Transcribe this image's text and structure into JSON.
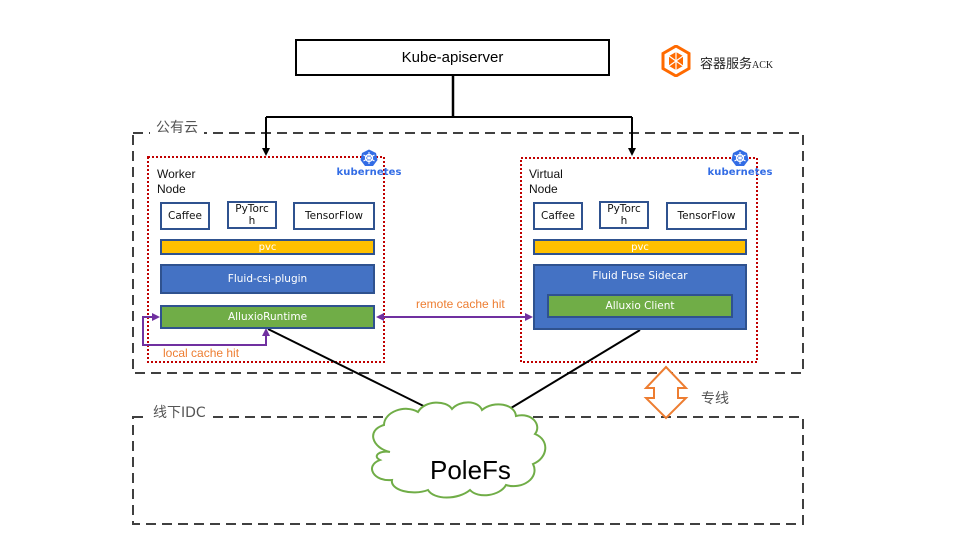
{
  "header": {
    "apiserver_label": "Kube-apiserver",
    "ack": {
      "name": "容器服务",
      "suffix": "ACK",
      "icon": "alibaba-ack-hexagon-icon",
      "color": "#ff6a00"
    }
  },
  "zones": {
    "public_cloud": {
      "label": "公有云"
    },
    "offline_idc": {
      "label": "线下IDC"
    }
  },
  "worker_node": {
    "label_line1": "Worker",
    "label_line2": "Node",
    "k8s_label": "kubernetes",
    "frameworks": [
      {
        "line1": "Caffee",
        "line2": ""
      },
      {
        "line1": "PyTorc",
        "line2": "h"
      },
      {
        "line1": "TensorFlow",
        "line2": ""
      }
    ],
    "pvc": "pvc",
    "csi_plugin": "Fluid-csi-plugin",
    "runtime": "AlluxioRuntime",
    "local_cache_label": "local cache hit"
  },
  "virtual_node": {
    "label_line1": "Virtual",
    "label_line2": "Node",
    "k8s_label": "kubernetes",
    "frameworks": [
      {
        "line1": "Caffee",
        "line2": ""
      },
      {
        "line1": "PyTorc",
        "line2": "h"
      },
      {
        "line1": "TensorFlow",
        "line2": ""
      }
    ],
    "pvc": "pvc",
    "sidecar": "Fluid Fuse Sidecar",
    "client": "Alluxio Client"
  },
  "links": {
    "remote_cache_label": "remote cache hit",
    "dedicated_line_label": "专线"
  },
  "storage": {
    "label": "PoleFs"
  },
  "colors": {
    "pvc": "#ffc000",
    "blue_block": "#4472c4",
    "green_block": "#70ad47",
    "block_border": "#2f528f",
    "node_border": "#c00000",
    "cache_arrow": "#7030a0",
    "cache_text": "#ed7d31",
    "cloud": "#70ad47",
    "k8s": "#326ce5"
  }
}
